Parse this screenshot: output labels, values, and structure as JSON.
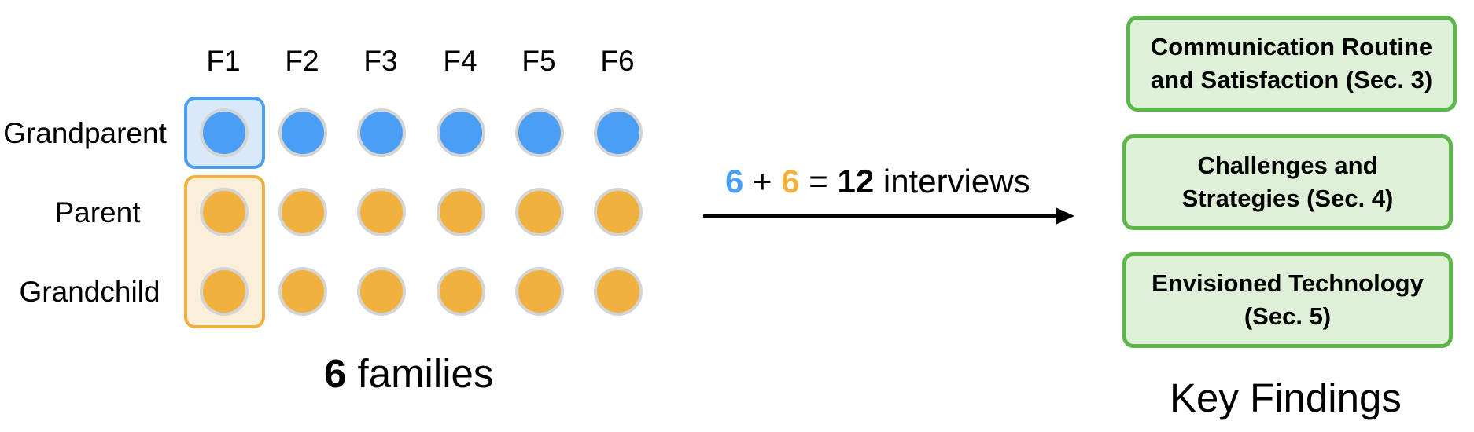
{
  "families": {
    "columns": [
      "F1",
      "F2",
      "F3",
      "F4",
      "F5",
      "F6"
    ],
    "rows": [
      {
        "label": "Grandparent",
        "color": "#4a9ff5"
      },
      {
        "label": "Parent",
        "color": "#f1b13f"
      },
      {
        "label": "Grandchild",
        "color": "#f1b13f"
      }
    ],
    "caption_number": "6",
    "caption_text": " families"
  },
  "interviews": {
    "count_a": "6",
    "plus": " + ",
    "count_b": "6",
    "equals": " = ",
    "total": "12",
    "label": " interviews"
  },
  "findings": {
    "items": [
      {
        "label": "Communication Routine and Satisfaction (Sec. 3)"
      },
      {
        "label": "Challenges and Strategies (Sec. 4)"
      },
      {
        "label": "Envisioned Technology (Sec. 5)"
      }
    ],
    "title": "Key Findings"
  },
  "colors": {
    "grandparent_blue": "#4a9ff5",
    "parent_orange": "#f1b13f",
    "findings_green": "#5cb64a",
    "findings_fill": "#dff0d8"
  }
}
